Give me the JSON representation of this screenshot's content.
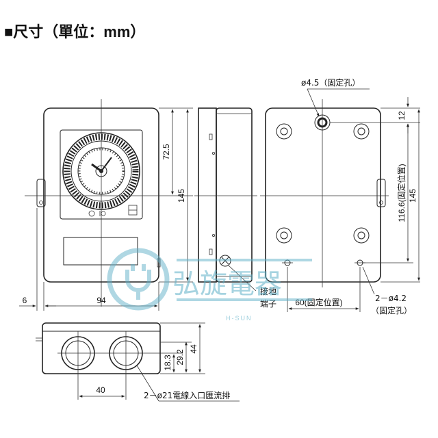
{
  "title": "■尺寸（單位：mm）",
  "dimensions": {
    "front_width": "94",
    "side_offset": "6",
    "upper_height": "72.5",
    "total_height_front": "145",
    "total_height_back": "145",
    "top_margin": "12",
    "mount_pitch_vertical": "116.6(固定位置)",
    "mount_pitch_horizontal": "60(固定位置)",
    "bottom_height": "44",
    "bottom_offset_1": "18.3",
    "bottom_offset_2": "29.2",
    "hole_pitch": "40"
  },
  "labels": {
    "top_hole": "ø4.5（固定孔）",
    "bottom_holes_line1": "2－ø4.2",
    "bottom_holes_line2": "（固定孔）",
    "ground_line1": "接地",
    "ground_line2": "端子",
    "conduit": "2－ø21電線入口匯流排"
  },
  "watermark": {
    "brand": "弘旋電器",
    "brand_en": "H-SUN",
    "color": "#5fb0c8"
  }
}
